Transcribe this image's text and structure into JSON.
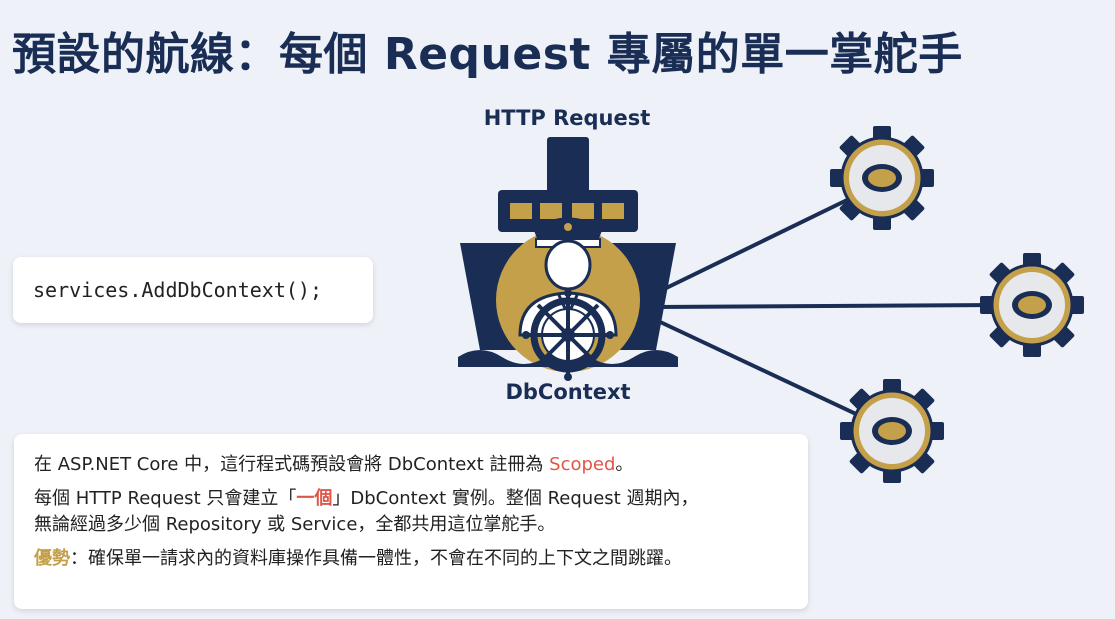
{
  "title": "預設的航線：每個 Request 專屬的單一掌舵手",
  "code": "services.AddDbContext();",
  "diagram": {
    "top_label": "HTTP Request",
    "bottom_label": "DbContext"
  },
  "info": {
    "line1_prefix": "在 ASP.NET Core 中，這行程式碼預設會將 DbContext 註冊為 ",
    "line1_highlight": "Scoped",
    "line1_suffix": "。",
    "line2_prefix": "每個 HTTP Request 只會建立「",
    "line2_highlight": "一個",
    "line2_suffix": "」DbContext 實例。整個 Request 週期內，",
    "line3": "無論經過多少個 Repository 或 Service，全都共用這位掌舵手。",
    "line4_label": "優勢",
    "line4_text": "：確保單一請求內的資料庫操作具備一體性，不會在不同的上下文之間跳躍。"
  },
  "colors": {
    "navy": "#1a2d55",
    "gold": "#c4a04a",
    "highlight": "#e05547"
  }
}
